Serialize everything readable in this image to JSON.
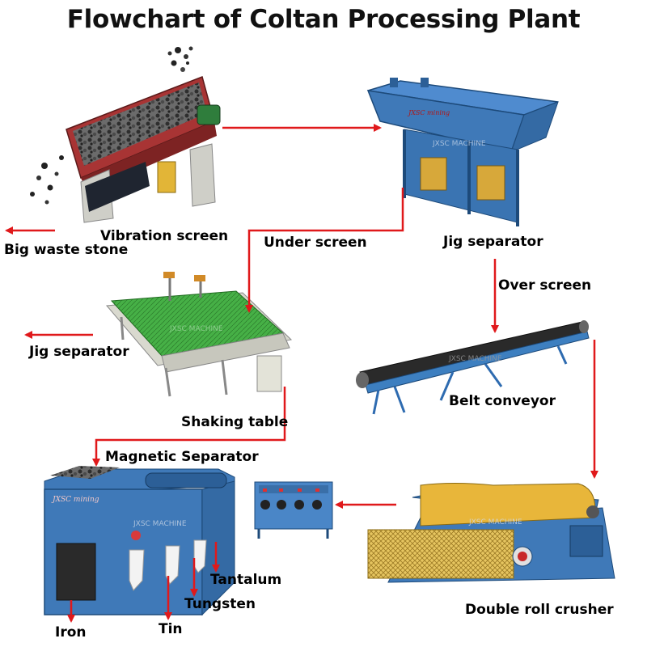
{
  "title": "Flowchart of Coltan Processing Plant",
  "watermark": "JXSC MACHINE",
  "brand_plate": "JXSC mining",
  "machines": {
    "vibration_screen": "Vibration screen",
    "jig_separator": "Jig separator",
    "shaking_table": "Shaking table",
    "belt_conveyor": "Belt conveyor",
    "magnetic_separator": "Magnetic Separator",
    "double_roll_crusher": "Double roll crusher"
  },
  "flows": {
    "big_waste_stone": "Big waste stone",
    "under_screen": "Under screen",
    "over_screen": "Over screen",
    "jig_separator_out": "Jig separator"
  },
  "outputs": {
    "iron": "Iron",
    "tin": "Tin",
    "tungsten": "Tungsten",
    "tantalum": "Tantalum"
  },
  "colors": {
    "arrow": "#e0191b",
    "machine_blue": "#3f79b8",
    "roll_crusher_yellow": "#e8b63a",
    "shaking_table_green": "#3aa53a"
  }
}
